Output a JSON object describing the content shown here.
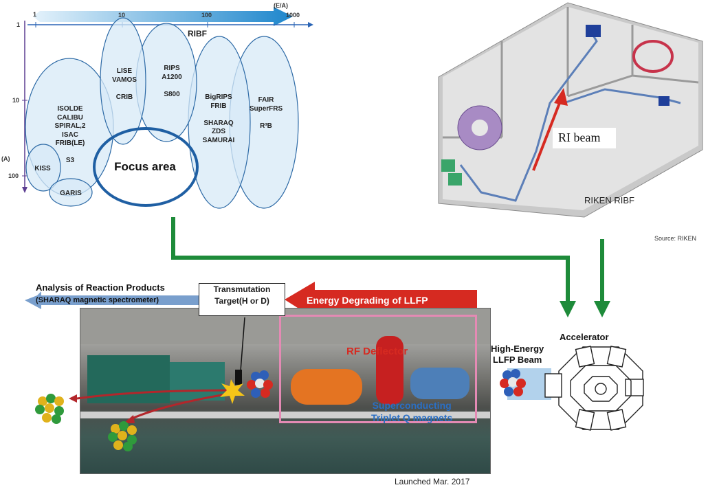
{
  "energy_axis": {
    "title": "(E/A)",
    "ticks": [
      "1",
      "10",
      "100",
      "1000"
    ]
  },
  "mass_axis": {
    "title": "(A)",
    "ticks": [
      "1",
      "10",
      "100"
    ]
  },
  "facilities": {
    "ribf": "RIBF",
    "lise": [
      "LISE",
      "VAMOS",
      "",
      "CRIB"
    ],
    "rips": [
      "RIPS",
      "A1200",
      "",
      "S800"
    ],
    "bigrips": [
      "BigRIPS",
      "FRIB",
      "",
      "SHARAQ",
      "ZDS",
      "SAMURAI"
    ],
    "fair": [
      "FAIR",
      "SuperFRS",
      "",
      "R³B"
    ],
    "isolde": [
      "ISOLDE",
      "CALIBU",
      "SPIRAL,2",
      "ISAC",
      "FRIB(LE)",
      "",
      "S3"
    ],
    "kiss": "KISS",
    "garis": "GARIS",
    "focus": "Focus area"
  },
  "riken": {
    "beam_label": "RI beam",
    "caption": "RIKEN RIBF",
    "source": "Source: RIKEN"
  },
  "experiment": {
    "analysis_title": "Analysis of Reaction Products",
    "analysis_sub": "(SHARAQ magnetic spectrometer)",
    "target_line1": "Transmutation",
    "target_line2": "Target(H or D)",
    "degrading": "Energy Degrading of LLFP",
    "rf_deflector": "RF Deflector",
    "sc_line1": "Superconducting",
    "sc_line2": "Triplet Q magnets",
    "beam_line1": "High-Energy",
    "beam_line2": "LLFP Beam",
    "accelerator": "Accelerator",
    "launched": "Launched Mar. 2017"
  },
  "colors": {
    "axis_blue": "#2a64b5",
    "ellipse_fill": "#d7eaf7",
    "ellipse_stroke": "#2d6aa6",
    "focus_stroke": "#1f5fa3",
    "green_arrow": "#1e8b3a",
    "red_arrow": "#d62a21",
    "pink_box": "#e48ab4"
  }
}
